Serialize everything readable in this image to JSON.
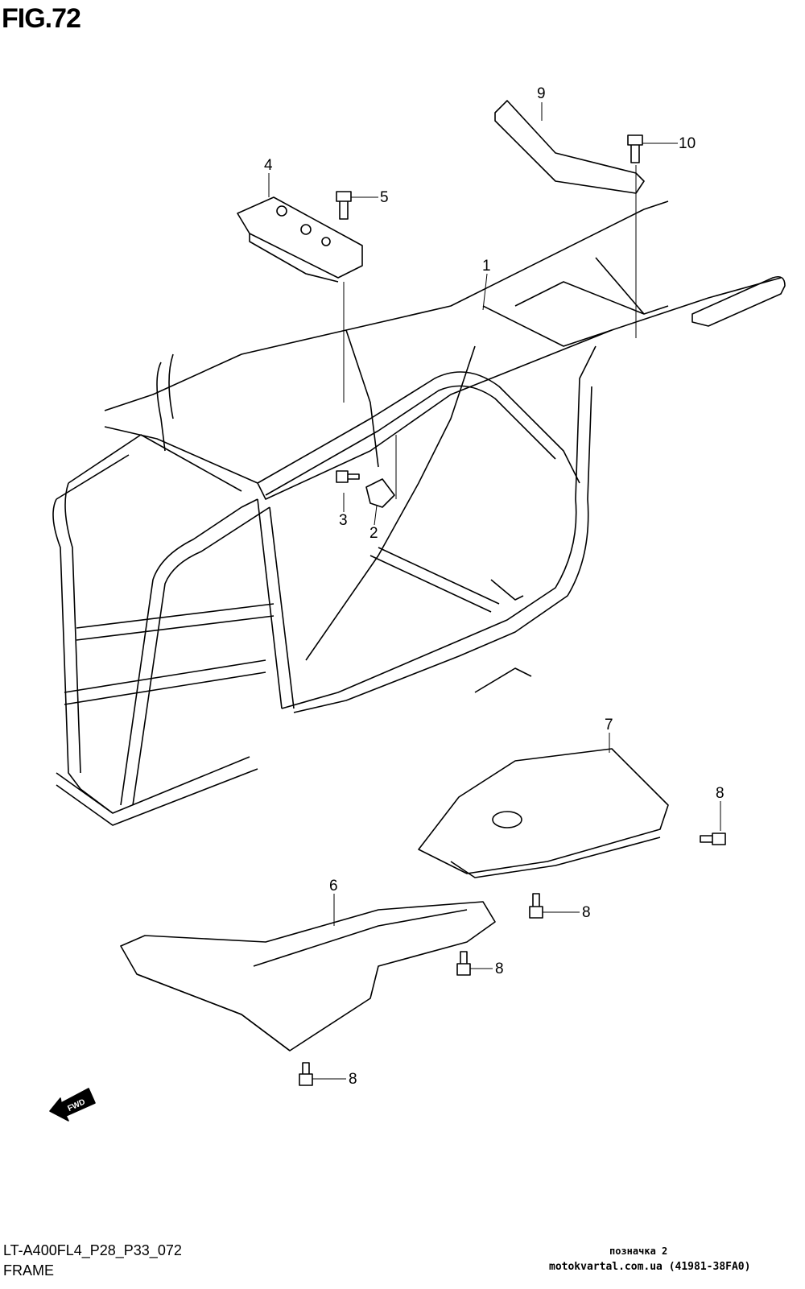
{
  "figure": {
    "title": "FIG.72"
  },
  "callouts": [
    {
      "id": "1",
      "part": "frame"
    },
    {
      "id": "2",
      "part": "plate"
    },
    {
      "id": "3",
      "part": "bolt"
    },
    {
      "id": "4",
      "part": "bracket"
    },
    {
      "id": "5",
      "part": "bolt"
    },
    {
      "id": "6",
      "part": "front-skid-plate"
    },
    {
      "id": "7",
      "part": "rear-skid-plate"
    },
    {
      "id": "8",
      "part": "bolt"
    },
    {
      "id": "9",
      "part": "rear-bracket"
    },
    {
      "id": "10",
      "part": "bolt"
    }
  ],
  "labels": {
    "l1": "1",
    "l2": "2",
    "l3": "3",
    "l4": "4",
    "l5": "5",
    "l6": "6",
    "l7": "7",
    "l8": "8",
    "l9": "9",
    "l10": "10"
  },
  "direction_badge": {
    "text": "FWD",
    "icon": "forward-arrow-icon"
  },
  "footer": {
    "model": "LT-A400FL4_P28_P33_072",
    "name": "FRAME",
    "watermark_line1": "позначка 2",
    "watermark_line2": "motokvartal.com.ua (41981-38FA0)"
  }
}
